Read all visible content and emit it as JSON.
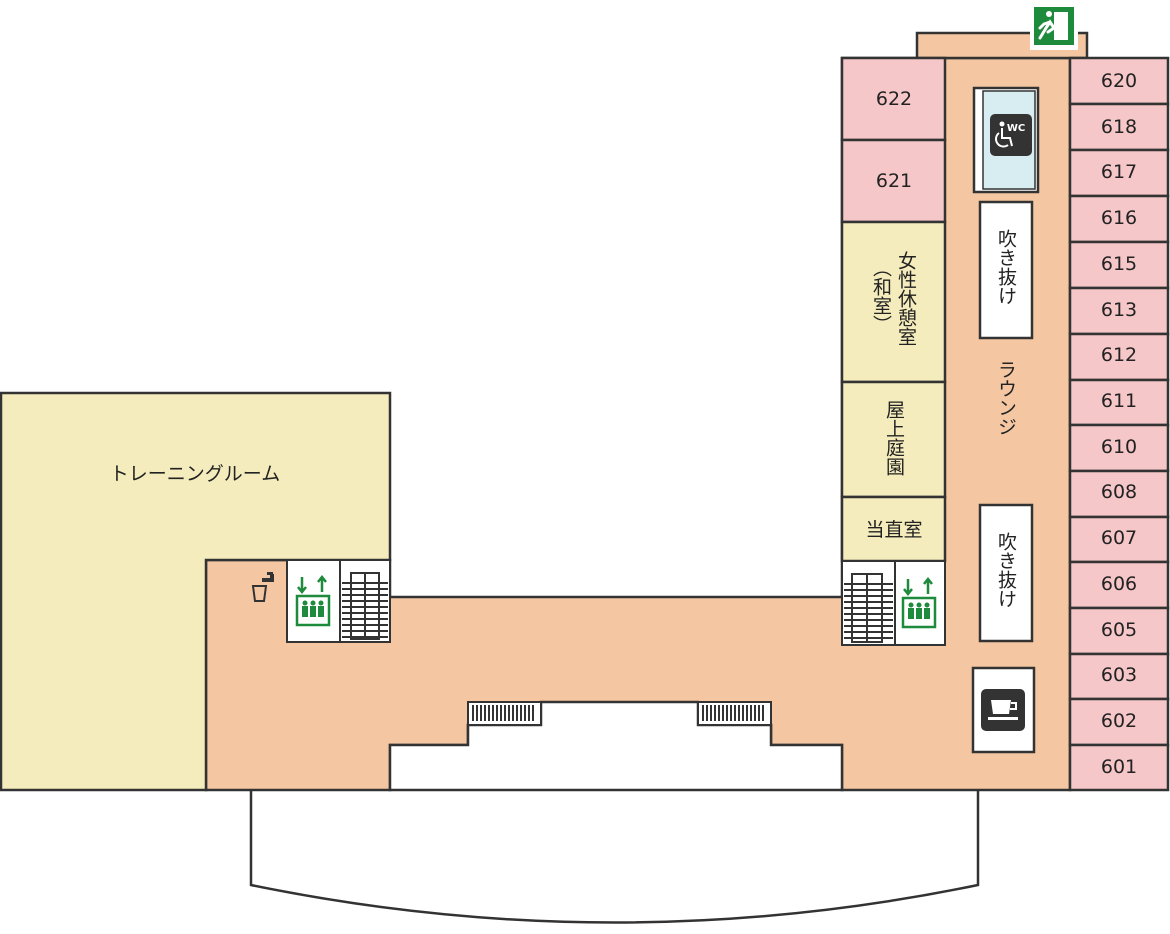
{
  "colors": {
    "corridor": "#f4c7a2",
    "guest_room": "#f6c7c8",
    "facility": "#f4ecbc",
    "outline": "#333333",
    "wc": "#d7edf2",
    "sign_green": "#1e8a3c",
    "white": "#ffffff"
  },
  "rooms": {
    "r622": "622",
    "r621": "621",
    "r620": "620",
    "r618": "618",
    "r617": "617",
    "r616": "616",
    "r615": "615",
    "r613": "613",
    "r612": "612",
    "r611": "611",
    "r610": "610",
    "r608": "608",
    "r607": "607",
    "r606": "606",
    "r605": "605",
    "r603": "603",
    "r602": "602",
    "r601": "601"
  },
  "areas": {
    "training_room": "トレーニングルーム",
    "women_rest_room": "女性休憩室",
    "women_rest_room_note": "（和室）",
    "rooftop_garden": "屋上庭園",
    "night_duty_room": "当直室",
    "lounge": "ラウンジ",
    "atrium_upper": "吹き抜け",
    "atrium_lower": "吹き抜け"
  },
  "icons": {
    "emergency_exit": "emergency-exit-icon",
    "accessible_wc": "accessible-wc-icon",
    "wc_text": "WC",
    "elevator": "elevator-icon",
    "drinking_water": "water-fountain-icon",
    "cafe": "coffee-cup-icon"
  }
}
